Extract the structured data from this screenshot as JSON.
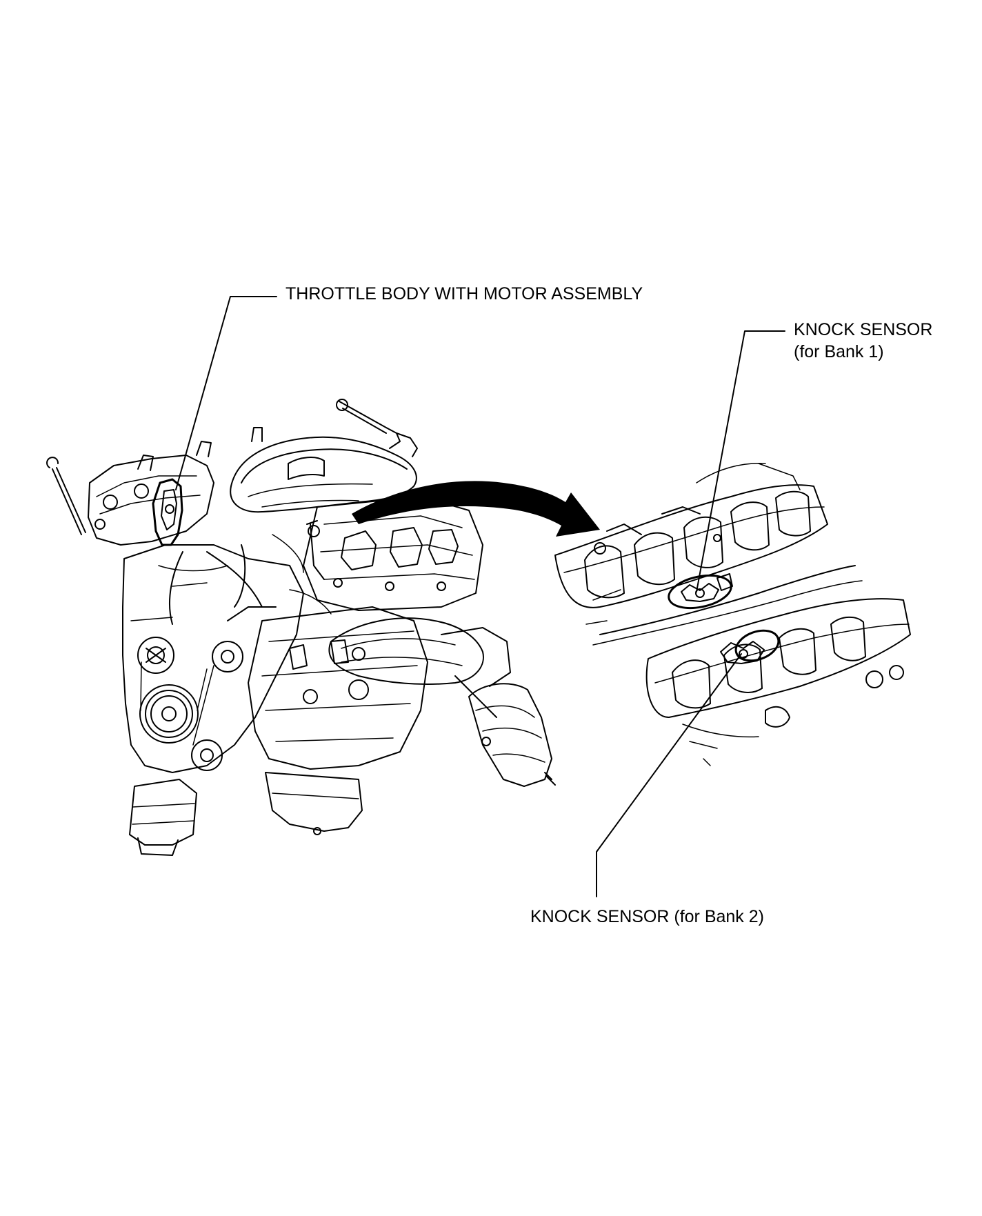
{
  "diagram": {
    "labels": {
      "throttle_body": "THROTTLE BODY WITH MOTOR ASSEMBLY",
      "knock_sensor_bank1_line1": "KNOCK SENSOR",
      "knock_sensor_bank1_line2": "(for Bank 1)",
      "knock_sensor_bank2": "KNOCK SENSOR (for Bank 2)"
    },
    "colors": {
      "line": "#000000",
      "background": "#ffffff"
    }
  }
}
